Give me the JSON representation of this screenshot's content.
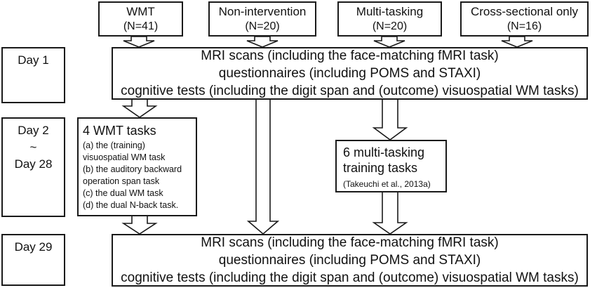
{
  "groups": [
    {
      "name": "WMT",
      "n": "(N=41)"
    },
    {
      "name": "Non-intervention",
      "n": "(N=20)"
    },
    {
      "name": "Multi-tasking",
      "n": "(N=20)"
    },
    {
      "name": "Cross-sectional only",
      "n": "(N=16)"
    }
  ],
  "days": {
    "day1": "Day 1",
    "day2": "Day 2",
    "tilde": "~",
    "day28": "Day 28",
    "day29": "Day 29"
  },
  "assessment_day1": [
    "MRI scans (including the face-matching fMRI task)",
    "questionnaires (including POMS and STAXI)",
    "cognitive tests (including the digit span and (outcome) visuospatial WM tasks)"
  ],
  "assessment_day29": [
    "MRI scans (including the face-matching fMRI task)",
    "questionnaires (including POMS and STAXI)",
    "cognitive tests (including the digit span and (outcome) visuospatial WM tasks)"
  ],
  "wmt_tasks": {
    "title": "4 WMT tasks",
    "items": [
      "(a) the (training)",
      "visuospatial WM task",
      "(b) the auditory backward",
      "operation span task",
      "(c) the dual WM task",
      "(d) the dual N-back task."
    ]
  },
  "multitasking": {
    "title_line1": "6 multi-tasking",
    "title_line2": "training tasks",
    "citation": "(Takeuchi et al., 2013a)"
  }
}
